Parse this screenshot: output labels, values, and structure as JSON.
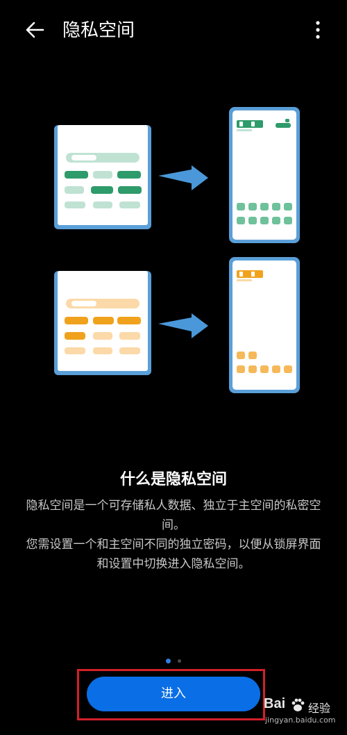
{
  "header": {
    "title": "隐私空间",
    "back_icon": "arrow-left-icon",
    "more_icon": "more-vertical-icon"
  },
  "intro": {
    "heading": "什么是隐私空间",
    "description_1": "隐私空间是一个可存储私人数据、独立于主空间的私密空间。",
    "description_2": "您需设置一个和主空间不同的独立密码，以便从锁屏界面和设置中切换进入隐私空间。"
  },
  "pager": {
    "current": 1,
    "total": 2
  },
  "action": {
    "enter_label": "进入"
  },
  "watermark": {
    "brand": "Bai",
    "text": "经验",
    "url": "jingyan.baidu.com"
  },
  "colors": {
    "accent": "#0a6ee6",
    "highlight_frame": "#d31f2a",
    "green": "#2e9b6a",
    "green_light": "#bfe2d3",
    "orange": "#f1a21c",
    "orange_light": "#fbd9a8",
    "phone_frame": "#5a9fd8"
  }
}
